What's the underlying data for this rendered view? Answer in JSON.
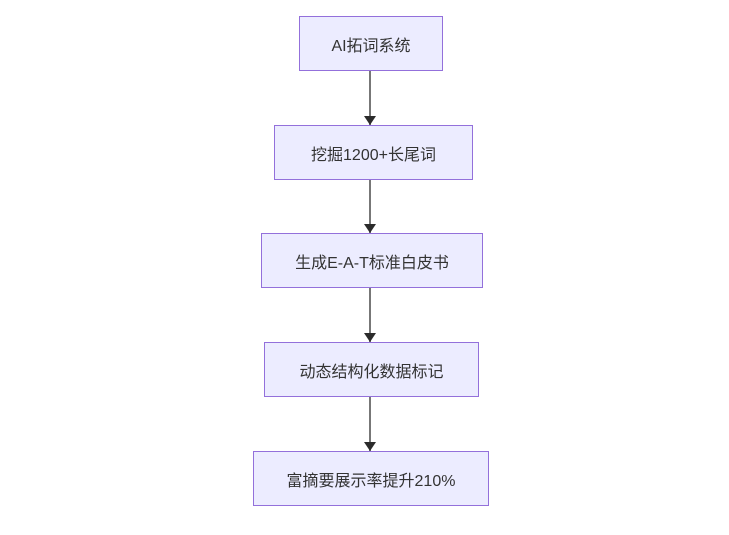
{
  "diagram": {
    "type": "flowchart",
    "direction": "top-down",
    "nodes": [
      {
        "id": "A",
        "label": "AI拓词系统"
      },
      {
        "id": "B",
        "label": "挖掘1200+长尾词"
      },
      {
        "id": "C",
        "label": "生成E-A-T标准白皮书"
      },
      {
        "id": "D",
        "label": "动态结构化数据标记"
      },
      {
        "id": "E",
        "label": "富摘要展示率提升210%"
      }
    ],
    "edges": [
      {
        "from": "A",
        "to": "B",
        "style": "arrow"
      },
      {
        "from": "B",
        "to": "C",
        "style": "arrow"
      },
      {
        "from": "C",
        "to": "D",
        "style": "arrow"
      },
      {
        "from": "D",
        "to": "E",
        "style": "arrow"
      }
    ],
    "colors": {
      "node_fill": "#ECECFF",
      "node_border": "#9370DB",
      "node_text": "#333333",
      "edge_line": "#777777",
      "arrowhead": "#2b2b2b",
      "background": "#ffffff"
    }
  }
}
